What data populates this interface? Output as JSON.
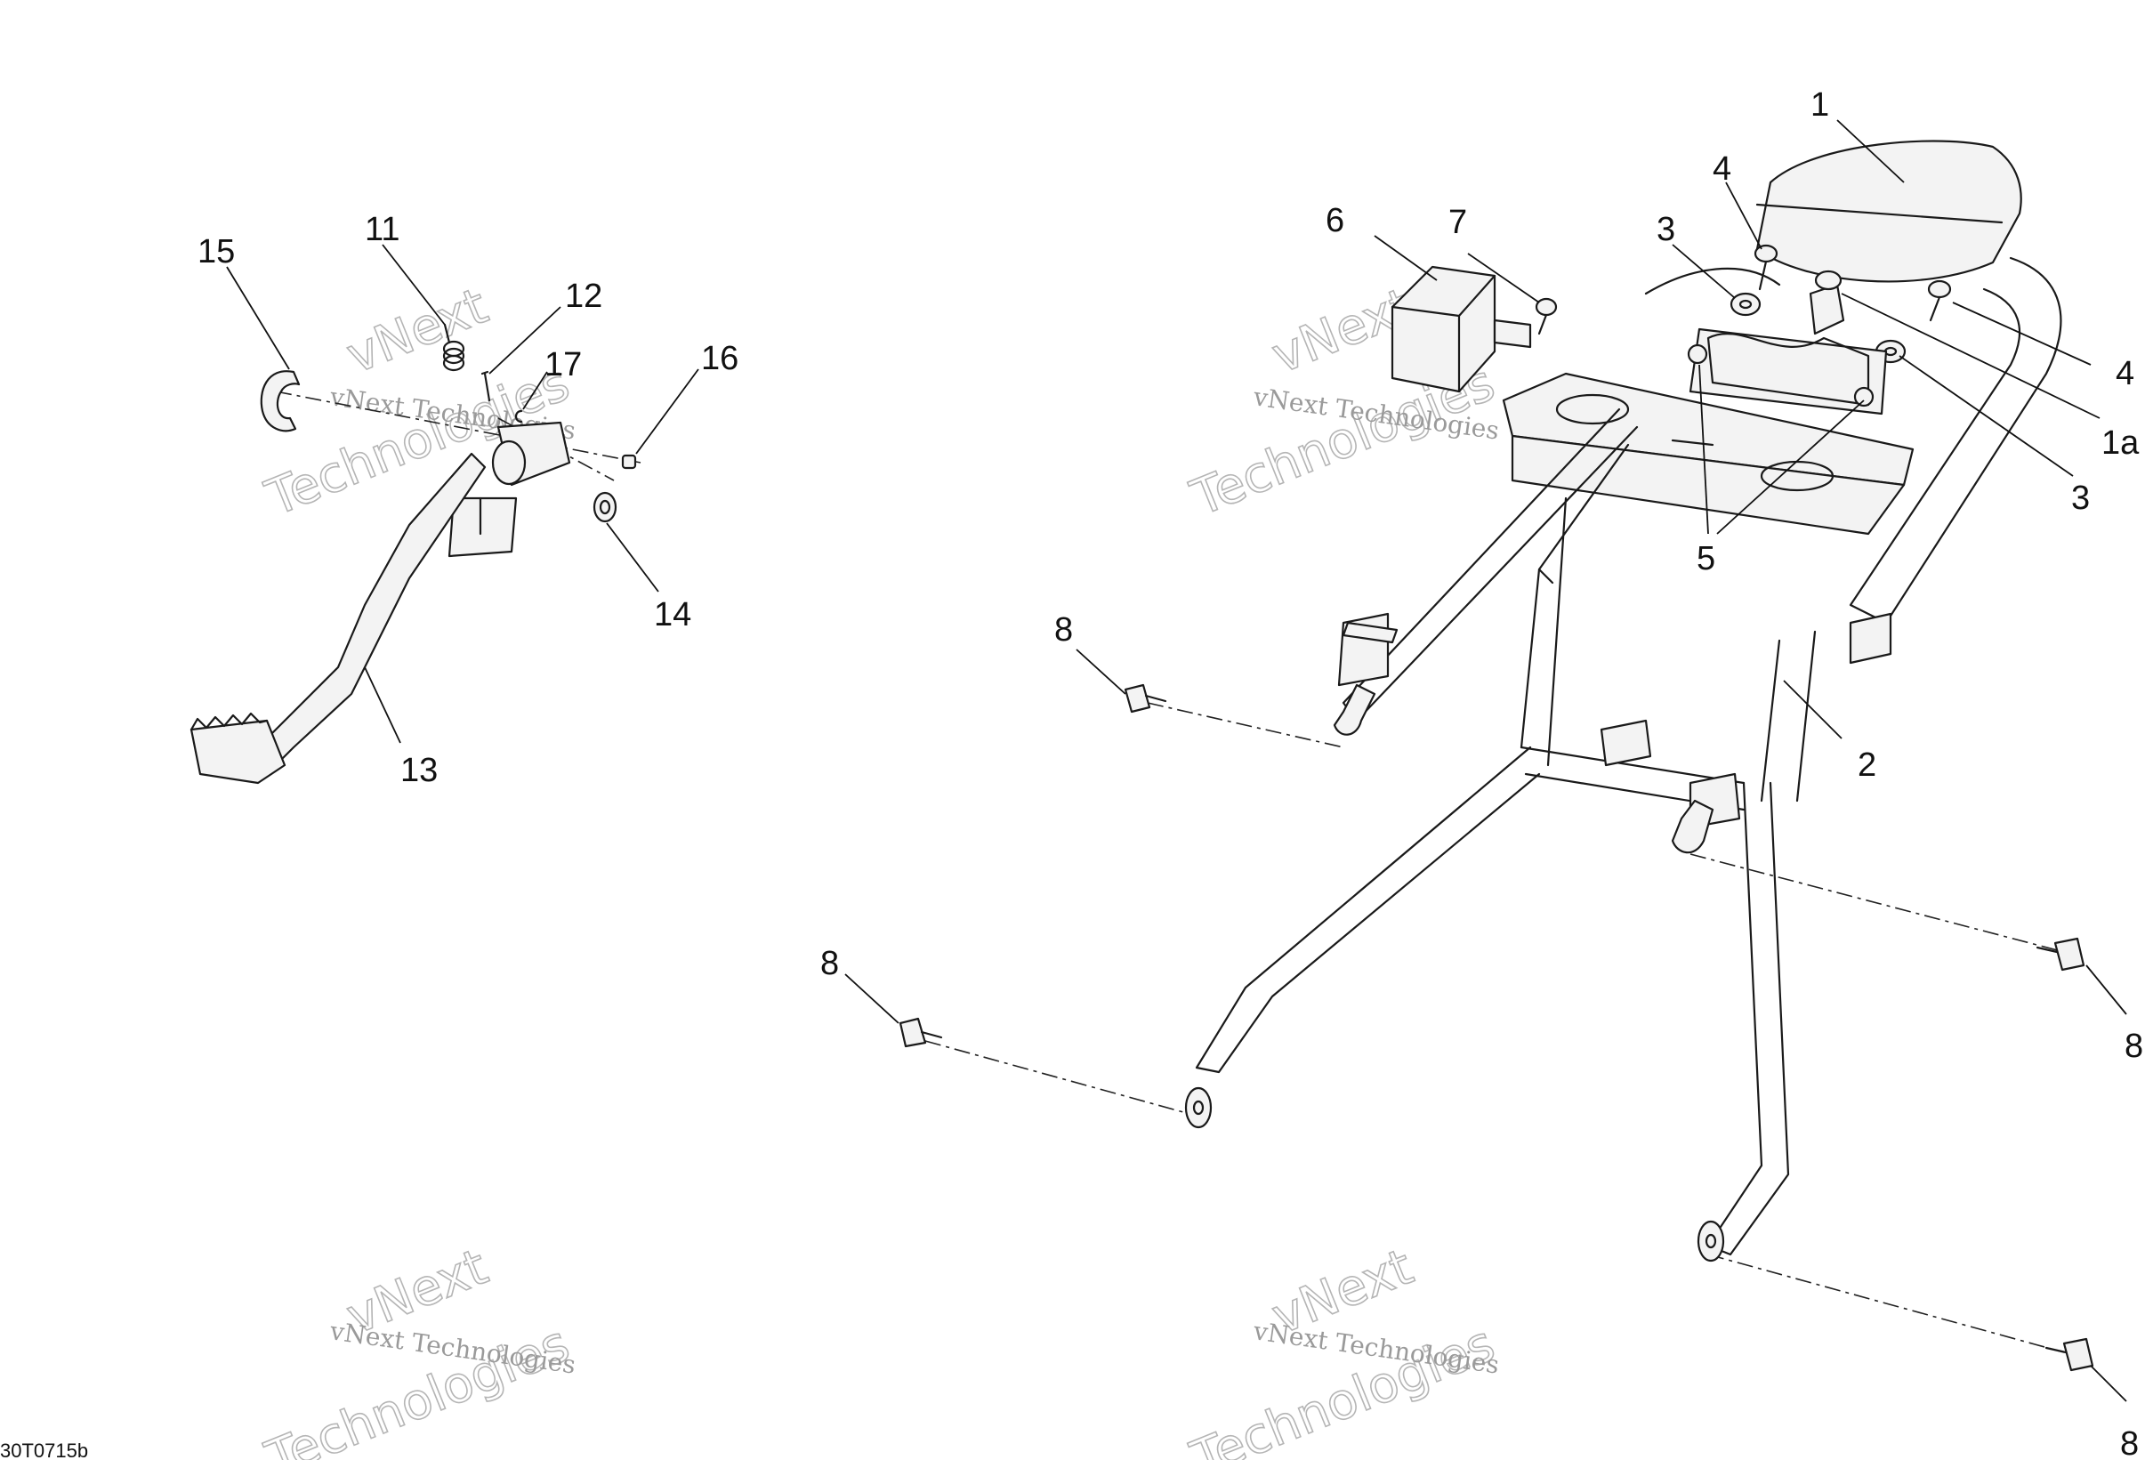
{
  "diagram_code": "30T0715b",
  "callouts": {
    "c1": "1",
    "c1a": "1a",
    "c2": "2",
    "c3_top": "3",
    "c3_right": "3",
    "c4_top": "4",
    "c4_right": "4",
    "c5": "5",
    "c6": "6",
    "c7": "7",
    "c8_left_upper": "8",
    "c8_left_lower": "8",
    "c8_right_upper": "8",
    "c8_right_lower": "8",
    "c11": "11",
    "c12": "12",
    "c13": "13",
    "c14": "14",
    "c15": "15",
    "c16": "16",
    "c17": "17"
  },
  "watermark": {
    "small_text": "vNext Technologies",
    "large_line1": "vNext",
    "large_line2": "Technologies"
  }
}
